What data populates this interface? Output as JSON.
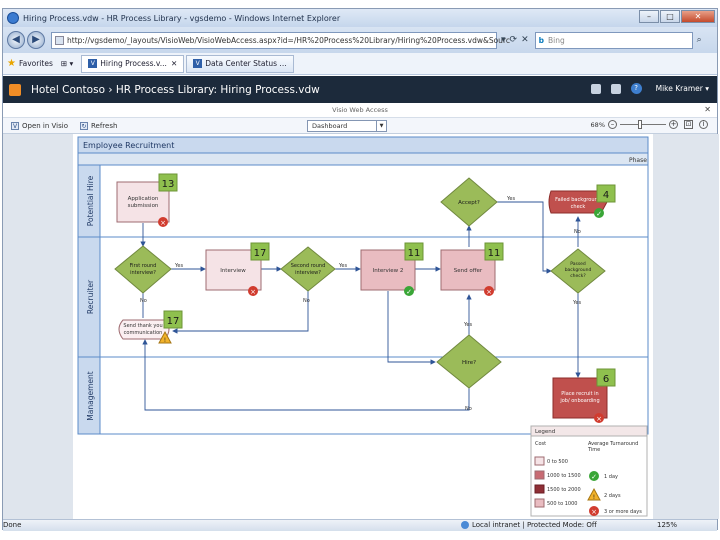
{
  "browser": {
    "window_title": "Hiring Process.vdw - HR Process Library - vgsdemo - Windows Internet Explorer",
    "url": "http://vgsdemo/_layouts/VisioWeb/VisioWebAccess.aspx?id=/HR%20Process%20Library/Hiring%20Process.vdw&Sourc",
    "search_placeholder": "Bing",
    "nav_back": "◀",
    "nav_fwd": "▶",
    "favorites_label": "Favorites",
    "tabs": [
      {
        "label": "Hiring Process.v..."
      },
      {
        "label": "Data Center Status ..."
      }
    ],
    "status_text": "Done",
    "zone_text": "Local intranet | Protected Mode: Off",
    "zoom_text": "125%"
  },
  "sharepoint": {
    "breadcrumb": "Hotel Contoso  ›  HR Process Library: Hiring Process.vdw",
    "user": "Mike Kramer ▾",
    "help": "?"
  },
  "vwa": {
    "strip_label": "Visio Web Access",
    "open_in_visio": "Open in Visio",
    "refresh": "Refresh",
    "page_selected": "Dashboard",
    "zoom_percent": "68%"
  },
  "diagram": {
    "title": "Employee Recruitment",
    "phase_label": "Phase",
    "lanes": [
      "Potential Hire",
      "Recruiter",
      "Management"
    ],
    "shapes": {
      "application": {
        "label": "Application submission",
        "badge": "13"
      },
      "first_round": {
        "label": "First round interview?"
      },
      "interview": {
        "label": "Interview",
        "badge": "17"
      },
      "second_round": {
        "label": "Second round interview?"
      },
      "interview2": {
        "label": "Interview 2",
        "badge": "11"
      },
      "send_offer": {
        "label": "Send offer",
        "badge": "11"
      },
      "accept": {
        "label": "Accept?"
      },
      "failed_bg": {
        "label": "Failed background check",
        "badge": "4"
      },
      "passed_bg": {
        "label": "Passed background check?"
      },
      "thank_you": {
        "label": "Send thank you communication",
        "badge": "17"
      },
      "hire": {
        "label": "Hire?"
      },
      "place_recruit": {
        "label": "Place recruit in job/ onboarding",
        "badge": "6"
      }
    },
    "connector_labels": {
      "yes": "Yes",
      "no": "No"
    }
  },
  "legend": {
    "title": "Legend",
    "cost_header": "Cost",
    "time_header": "Average Turnaround Time",
    "cost_items": [
      {
        "label": "0 to 500",
        "color": "#f5e3e6"
      },
      {
        "label": "1000 to 1500",
        "color": "#c86b73"
      },
      {
        "label": "1500 to 2000",
        "color": "#8f2f36"
      },
      {
        "label": "500 to 1000",
        "color": "#e9bcc1"
      }
    ],
    "time_items": [
      {
        "label": "1 day",
        "icon": "check-icon"
      },
      {
        "label": "2 days",
        "icon": "warning-icon"
      },
      {
        "label": "3 or more days",
        "icon": "x-icon"
      }
    ]
  },
  "colors": {
    "swimlane_border": "#5b8bc8",
    "swimlane_header": "#c9d9ee",
    "decision_fill": "#9bbb59",
    "step_light": "#f5e3e6",
    "step_mid": "#e9bcc1",
    "step_dark": "#c0504d",
    "badge_fill": "#8fc04e",
    "ok": "#3aa637",
    "bad": "#d13c2f",
    "warn": "#f2b22a"
  }
}
